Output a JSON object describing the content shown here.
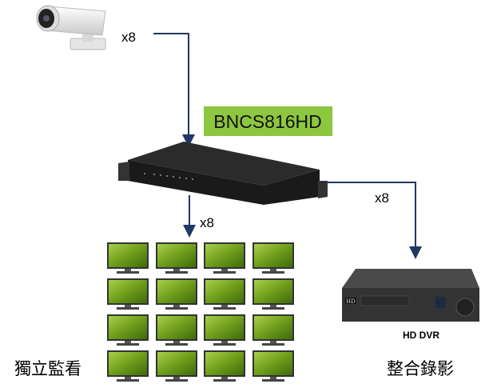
{
  "title": "BNCS816HD",
  "labels": {
    "camera_count": "x8",
    "monitor_count": "x8",
    "dvr_count": "x8",
    "dvr_name": "HD DVR",
    "monitor_caption": "獨立監看",
    "dvr_caption": "整合錄影",
    "dvr_logo": "HD"
  },
  "colors": {
    "title_bg": "#8dc63f",
    "line": "#1f3864",
    "screen": "#6a9a1e"
  }
}
